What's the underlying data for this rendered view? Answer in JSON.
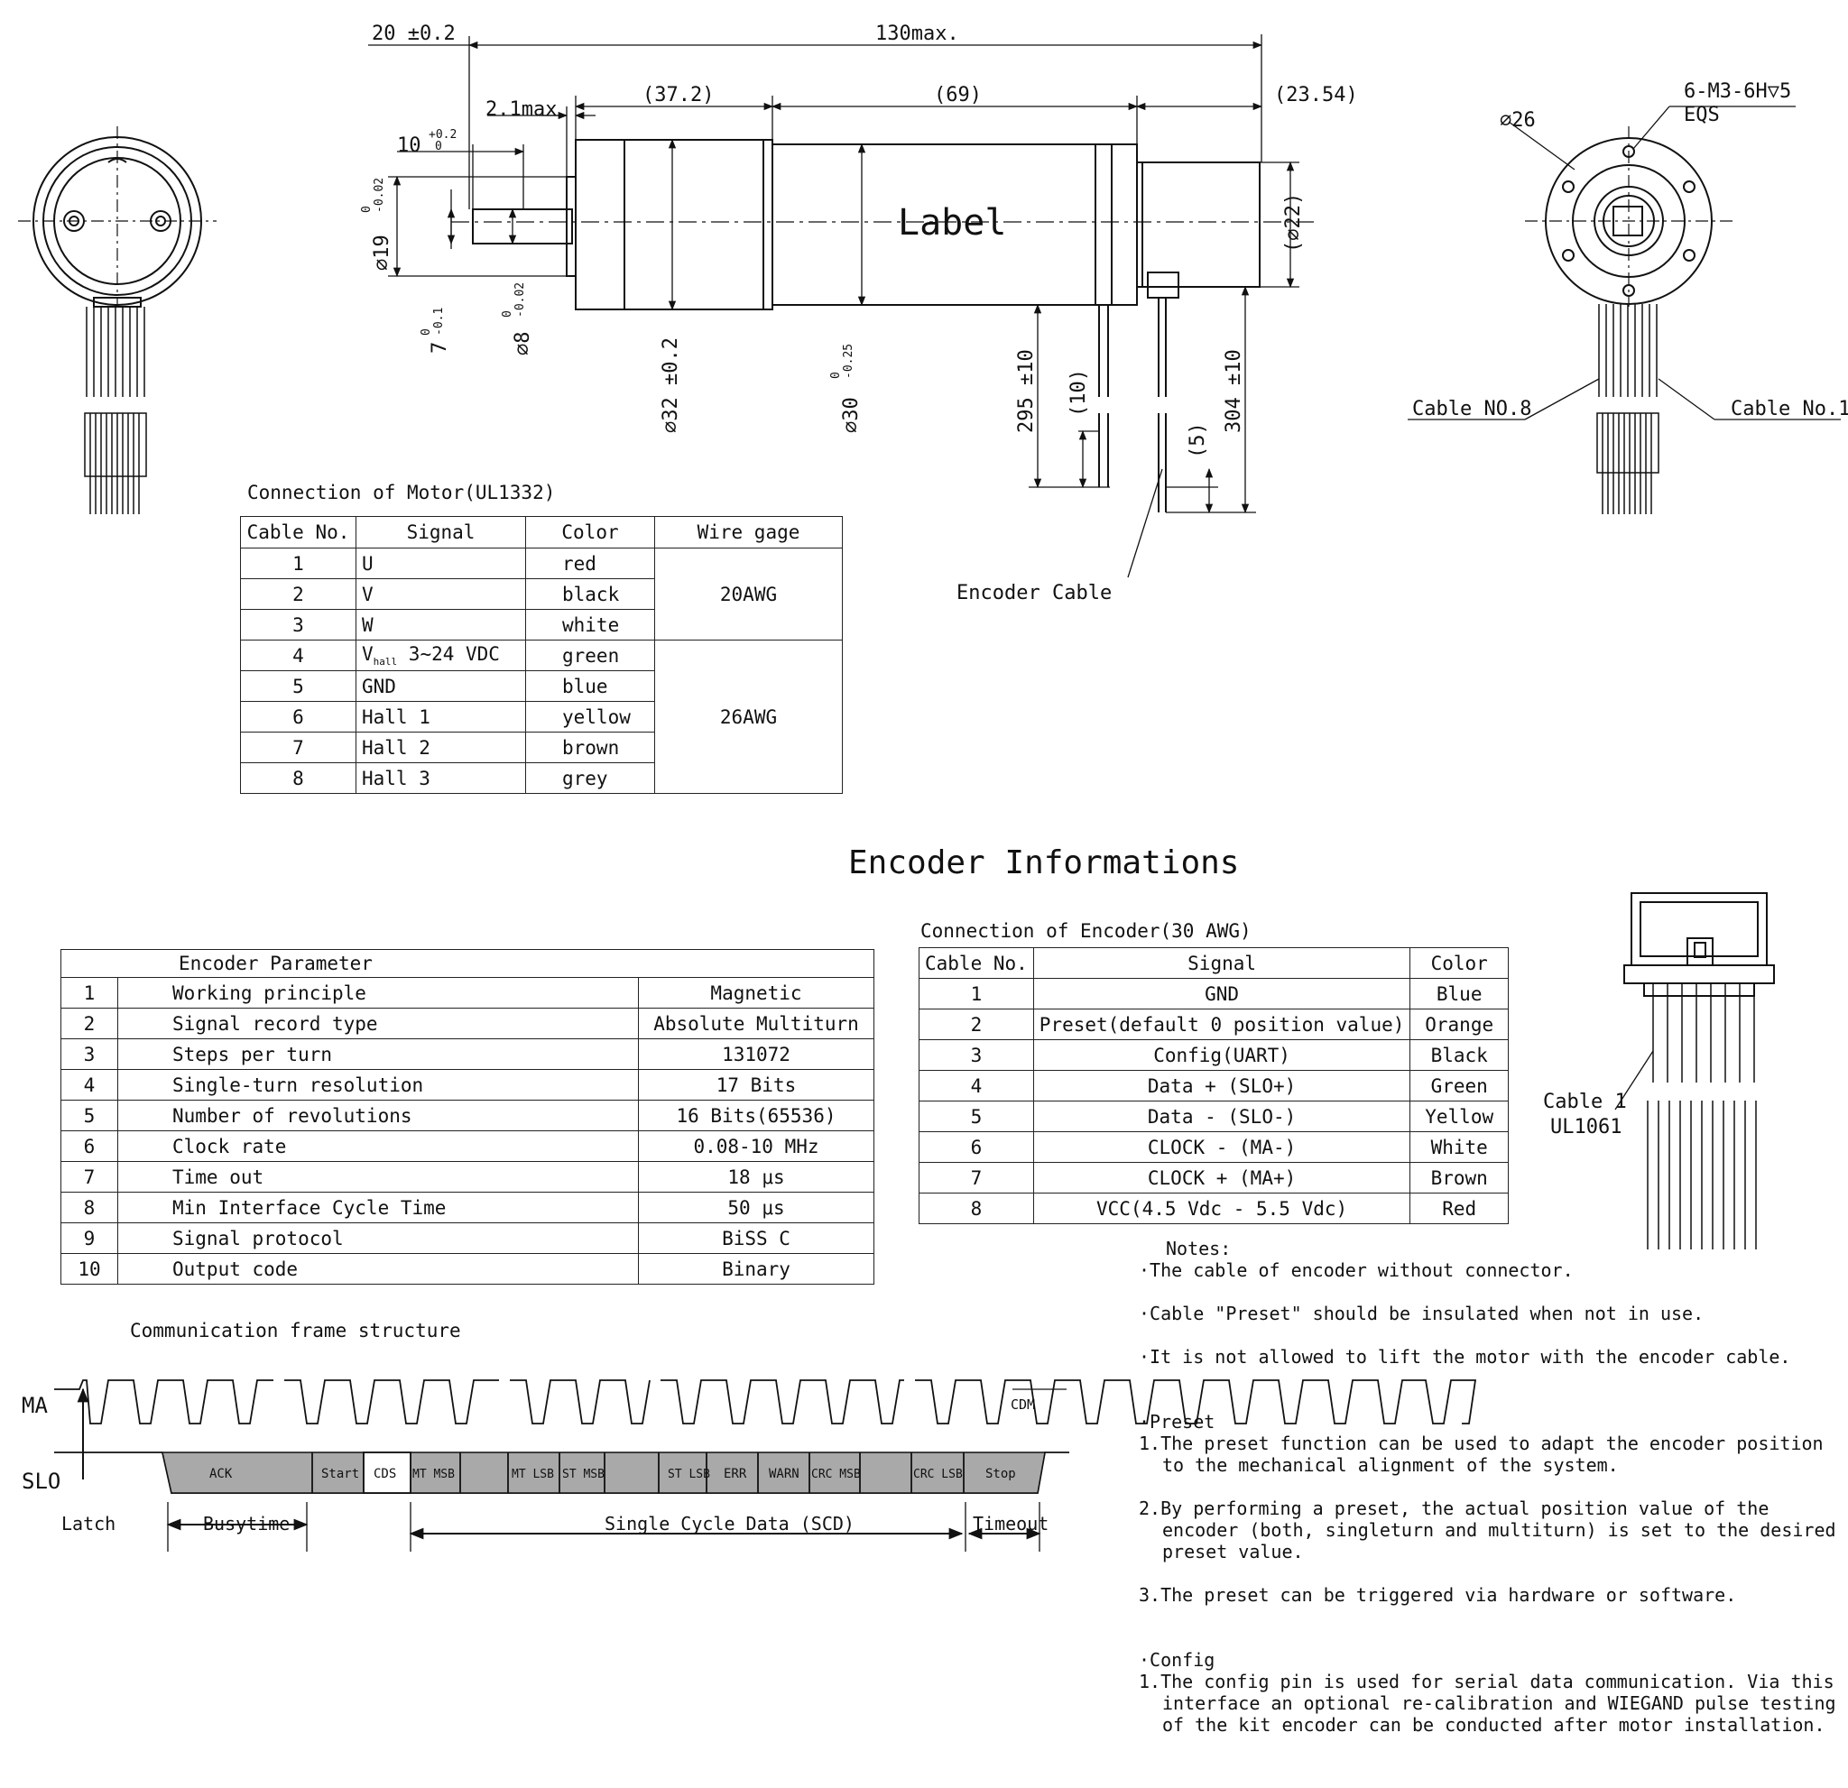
{
  "drawing": {
    "label_text": "Label",
    "dims": {
      "d_20": "20 ±0.2",
      "d_130": "130max.",
      "d_372": "(37.2)",
      "d_69": "(69)",
      "d_2354": "(23.54)",
      "d_21": "2.1max",
      "d_10": "10",
      "d_10_tol": "+0.2",
      "d_10_tol2": "0",
      "d_19": "∅19",
      "d_19_tol": "0",
      "d_19_tol2": "-0.02",
      "d_7": "7",
      "d_7_tol": "0",
      "d_7_tol2": "-0.1",
      "d_8": "∅8",
      "d_8_tol": "0",
      "d_8_tol2": "-0.02",
      "d_32": "∅32 ±0.2",
      "d_30": "∅30",
      "d_30_tol": "0",
      "d_30_tol2": "-0.25",
      "d_22": "(∅22)",
      "d_295": "295 ±10",
      "d_10b": "(10)",
      "d_304": "304 ±10",
      "d_5": "(5)",
      "d_26": "∅26",
      "thread": "6-M3-6H▽5",
      "eqs": "EQS",
      "cable_no8": "Cable NO.8",
      "cable_no1": "Cable No.1",
      "encoder_cable": "Encoder Cable",
      "cable1": "Cable 1",
      "ul1061": "UL1061"
    }
  },
  "motor_connection": {
    "caption": "Connection of Motor(UL1332)",
    "headers": [
      "Cable No.",
      "Signal",
      "Color",
      "Wire gage"
    ],
    "rows": [
      {
        "no": "1",
        "signal": "U",
        "color": "red"
      },
      {
        "no": "2",
        "signal": "V",
        "color": "black"
      },
      {
        "no": "3",
        "signal": "W",
        "color": "white"
      },
      {
        "no": "4",
        "signal_main": "V",
        "signal_sub": "hall",
        "signal_rest": " 3~24 VDC",
        "color": "green"
      },
      {
        "no": "5",
        "signal": "GND",
        "color": "blue"
      },
      {
        "no": "6",
        "signal": "Hall 1",
        "color": "yellow"
      },
      {
        "no": "7",
        "signal": "Hall 2",
        "color": "brown"
      },
      {
        "no": "8",
        "signal": "Hall 3",
        "color": "grey"
      }
    ],
    "gage_1": "20AWG",
    "gage_2": "26AWG"
  },
  "encoder_title": "Encoder Informations",
  "encoder_parameter": {
    "header": "Encoder Parameter",
    "rows": [
      {
        "no": "1",
        "name": "Working principle",
        "value": "Magnetic"
      },
      {
        "no": "2",
        "name": "Signal record type",
        "value": "Absolute Multiturn"
      },
      {
        "no": "3",
        "name": "Steps per turn",
        "value": "131072"
      },
      {
        "no": "4",
        "name": "Single-turn resolution",
        "value": "17 Bits"
      },
      {
        "no": "5",
        "name": "Number of revolutions",
        "value": "16 Bits(65536)"
      },
      {
        "no": "6",
        "name": "Clock rate",
        "value": "0.08-10 MHz"
      },
      {
        "no": "7",
        "name": "Time out",
        "value": "18 μs"
      },
      {
        "no": "8",
        "name": "Min Interface Cycle Time",
        "value": "50 μs"
      },
      {
        "no": "9",
        "name": "Signal protocol",
        "value": "BiSS C"
      },
      {
        "no": "10",
        "name": "Output code",
        "value": "Binary"
      }
    ]
  },
  "encoder_connection": {
    "caption": "Connection of Encoder(30 AWG)",
    "headers": [
      "Cable No.",
      "Signal",
      "Color"
    ],
    "rows": [
      {
        "no": "1",
        "signal": "GND",
        "color": "Blue"
      },
      {
        "no": "2",
        "signal": "Preset(default 0 position value)",
        "color": "Orange"
      },
      {
        "no": "3",
        "signal": "Config(UART)",
        "color": "Black"
      },
      {
        "no": "4",
        "signal": "Data + (SLO+)",
        "color": "Green"
      },
      {
        "no": "5",
        "signal": "Data - (SLO-)",
        "color": "Yellow"
      },
      {
        "no": "6",
        "signal": "CLOCK -  (MA-)",
        "color": "White"
      },
      {
        "no": "7",
        "signal": "CLOCK + (MA+)",
        "color": "Brown"
      },
      {
        "no": "8",
        "signal": "VCC(4.5 Vdc - 5.5 Vdc)",
        "color": "Red"
      }
    ]
  },
  "timing": {
    "caption": "Communication frame structure",
    "ma": "MA",
    "slo": "SLO",
    "cdm": "CDM",
    "latch": "Latch",
    "busytime": "Busytime",
    "scd": "Single Cycle Data (SCD)",
    "timeout": "Timeout",
    "fields": {
      "ack": "ACK",
      "start": "Start",
      "cds": "CDS",
      "mt_msb": "MT MSB",
      "mt_lsb": "MT LSB",
      "st_msb": "ST MSB",
      "st_lsb": "ST LSB",
      "err": "ERR",
      "warn": "WARN",
      "crc_msb": "CRC MSB",
      "crc_lsb": "CRC LSB",
      "stop": "Stop"
    }
  },
  "notes": {
    "title": "Notes:",
    "general": [
      "·The cable of encoder without connector.",
      "·Cable \"Preset\" should be insulated when not in use.",
      "·It is not allowed to lift the motor with the encoder cable."
    ],
    "preset_title": "·Preset",
    "preset": [
      "1.The preset function can be used to adapt the encoder position to the mechanical alignment of the system.",
      "2.By performing a preset, the actual position value of the encoder (both, singleturn and multiturn) is set to the desired preset value.",
      "3.The preset can be triggered via hardware or software."
    ],
    "config_title": "·Config",
    "config": [
      "1.The config pin is used for serial data communication. Via this interface an optional re-calibration and WIEGAND pulse testing of the kit encoder can be conducted after motor installation."
    ]
  }
}
